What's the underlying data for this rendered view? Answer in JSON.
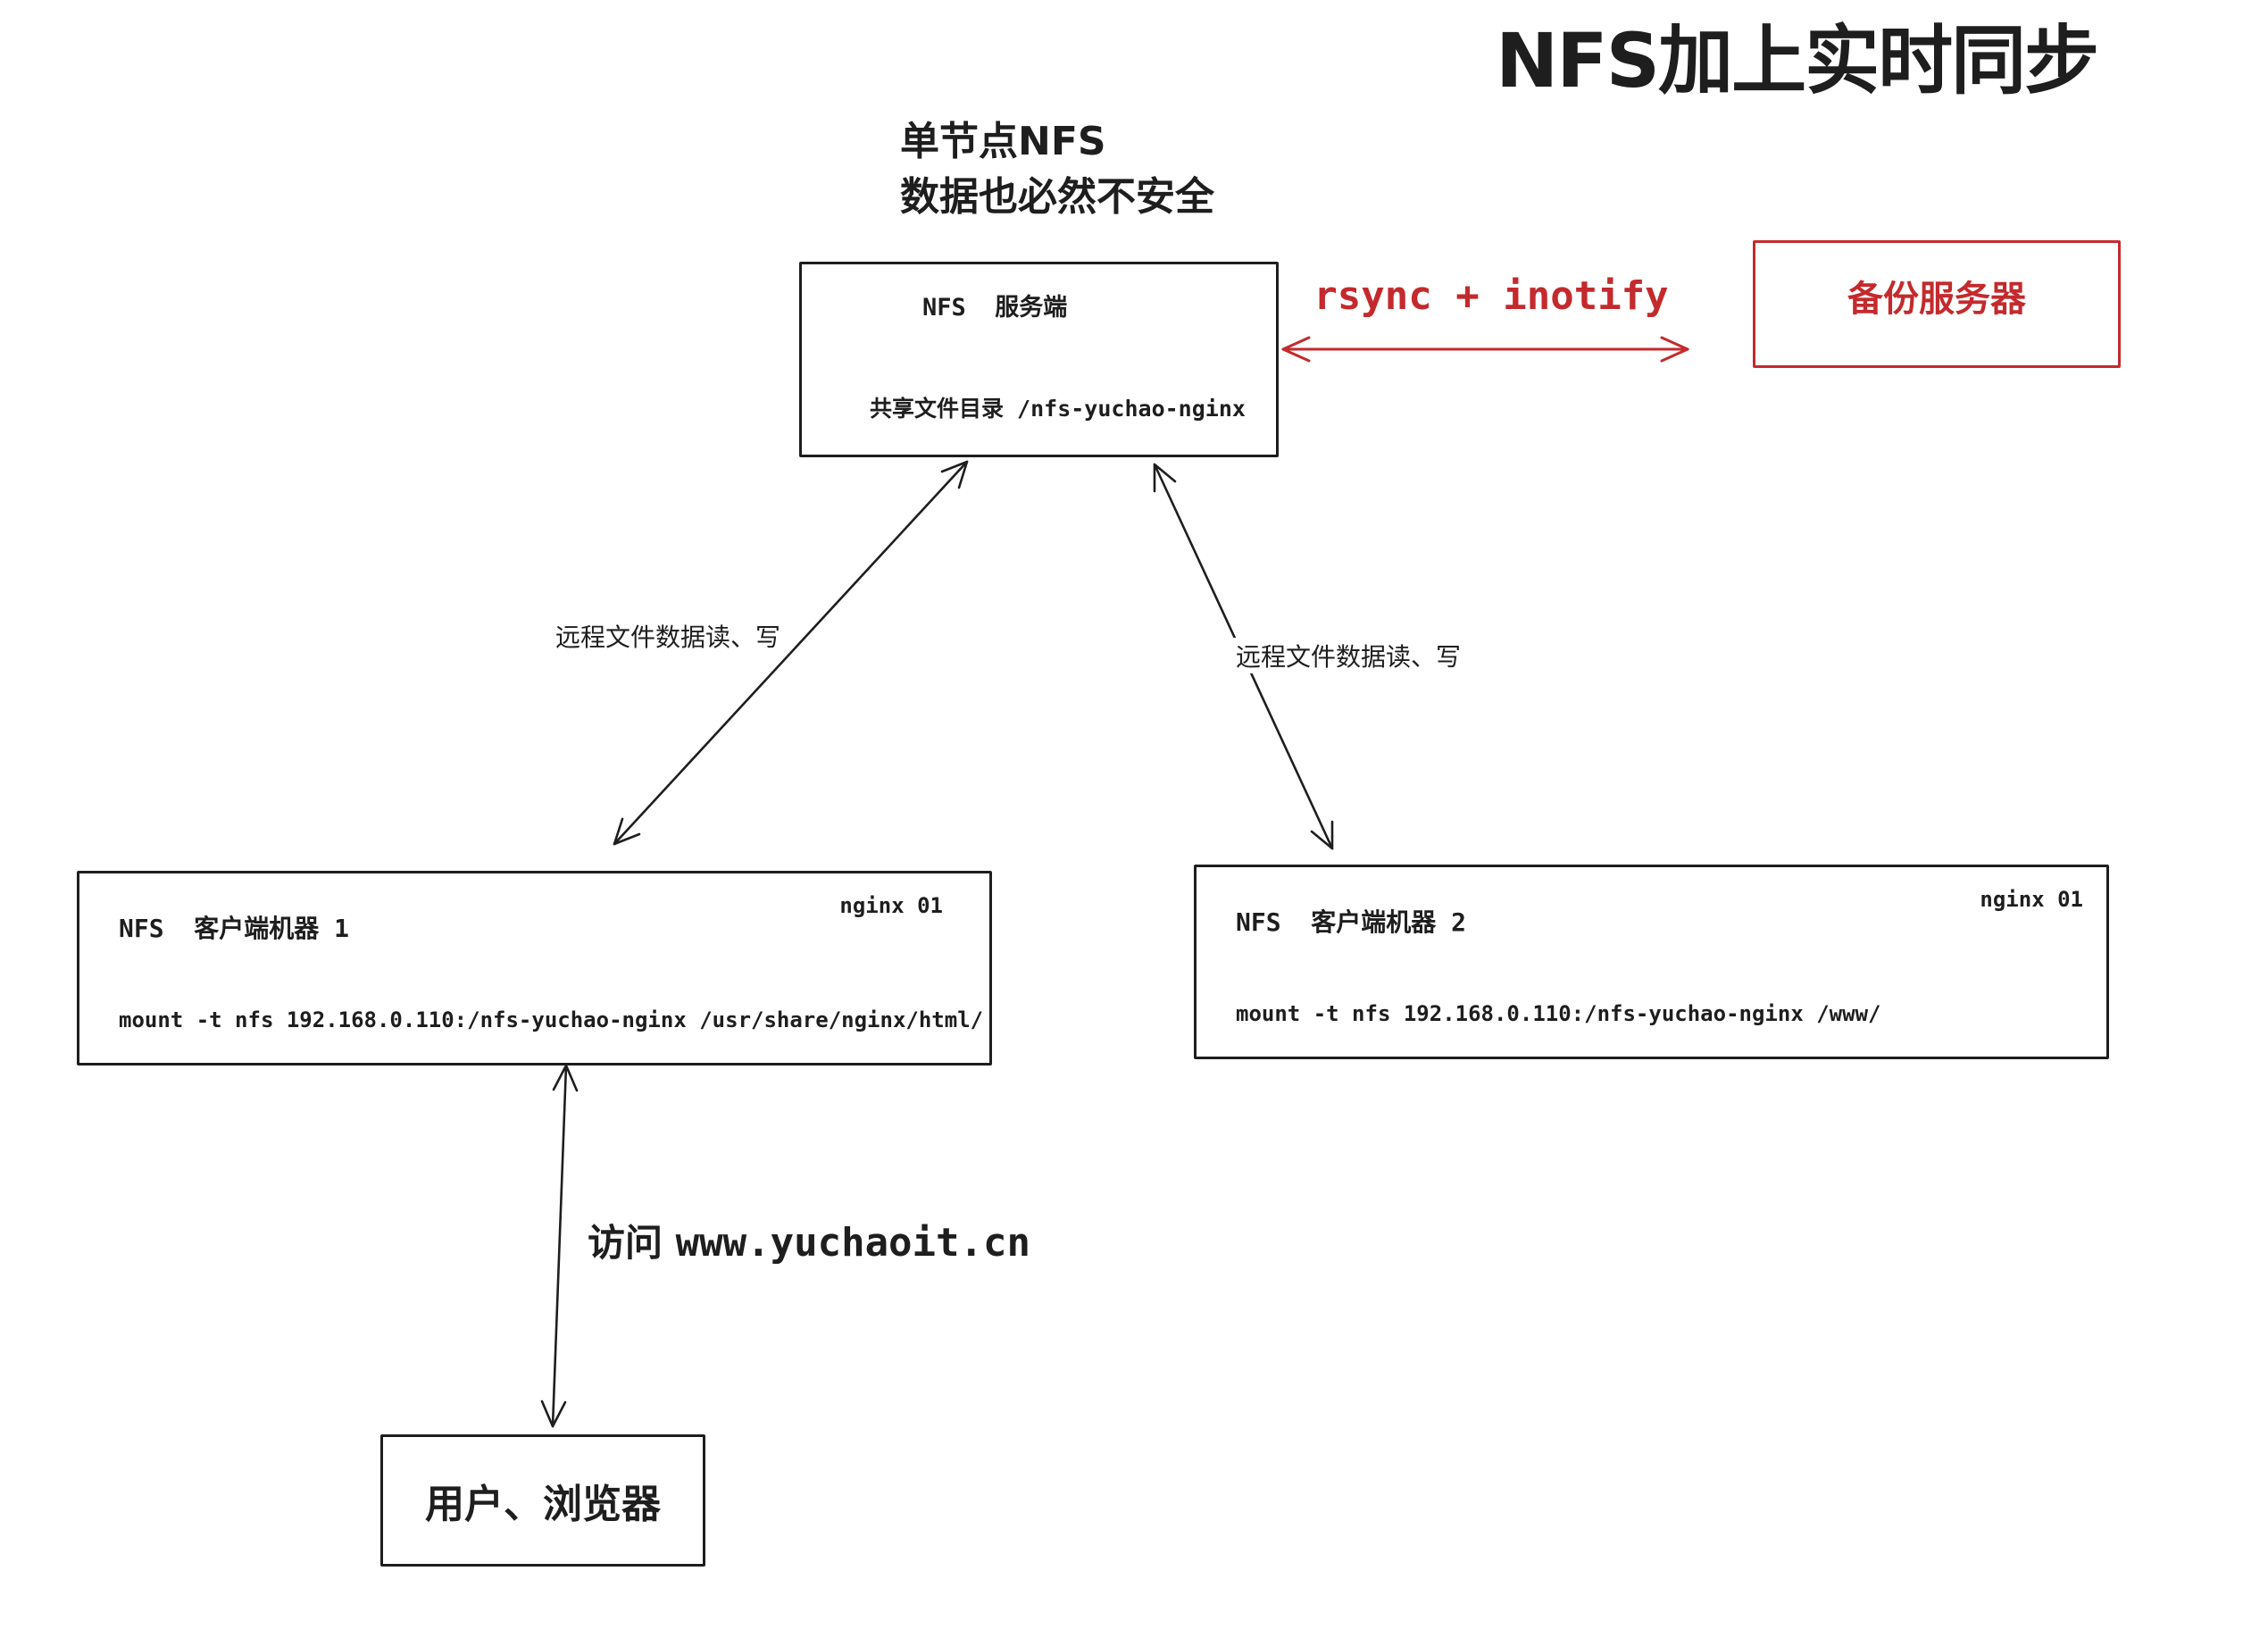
{
  "title": "NFS加上实时同步",
  "annotation": {
    "line1": "单节点NFS",
    "line2": "数据也必然不安全"
  },
  "nfs_server": {
    "title": "NFS  服务端",
    "share_dir": "共享文件目录 /nfs-yuchao-nginx"
  },
  "backup": {
    "link_label": "rsync + inotify",
    "box_label": "备份服务器"
  },
  "clients": [
    {
      "title": "NFS  客户端机器 1",
      "badge": "nginx 01",
      "mount_cmd": "mount -t nfs 192.168.0.110:/nfs-yuchao-nginx /usr/share/nginx/html/"
    },
    {
      "title": "NFS  客户端机器 2",
      "badge": "nginx 01",
      "mount_cmd": "mount -t nfs 192.168.0.110:/nfs-yuchao-nginx /www/"
    }
  ],
  "edges": {
    "server_client1_label": "远程文件数据读、写",
    "server_client2_label": "远程文件数据读、写",
    "access_prefix": "访问",
    "access_url": "www.yuchaoit.cn"
  },
  "user": {
    "box_label": "用户、浏览器"
  },
  "colors": {
    "ink": "#1e1e1e",
    "red": "#c42a2d",
    "background": "#ffffff"
  }
}
